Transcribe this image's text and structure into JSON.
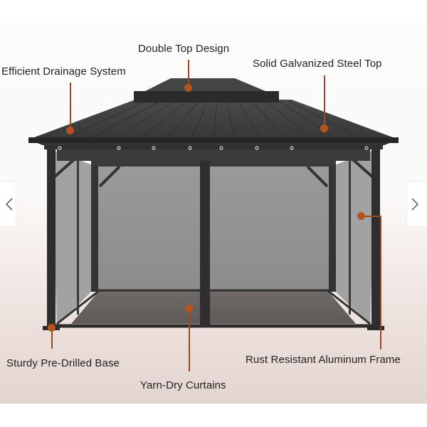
{
  "carousel": {
    "prev_icon": "chevron-left-icon",
    "next_icon": "chevron-right-icon"
  },
  "image": {
    "subject": "Hardtop gazebo with mesh curtains",
    "callouts": [
      {
        "id": "double-top",
        "label": "Double Top Design"
      },
      {
        "id": "drainage",
        "label": "Efficient Drainage System"
      },
      {
        "id": "steel-top",
        "label": "Solid Galvanized Steel Top"
      },
      {
        "id": "base",
        "label": "Sturdy Pre-Drilled Base"
      },
      {
        "id": "curtains",
        "label": "Yarn-Dry Curtains"
      },
      {
        "id": "frame",
        "label": "Rust Resistant Aluminum Frame"
      }
    ]
  },
  "colors": {
    "callout_line": "#9a4a22",
    "callout_dot": "#b5531f",
    "roof": "#3a3a3a",
    "frame": "#2e2e2e",
    "mesh": "#8f8f8f"
  }
}
